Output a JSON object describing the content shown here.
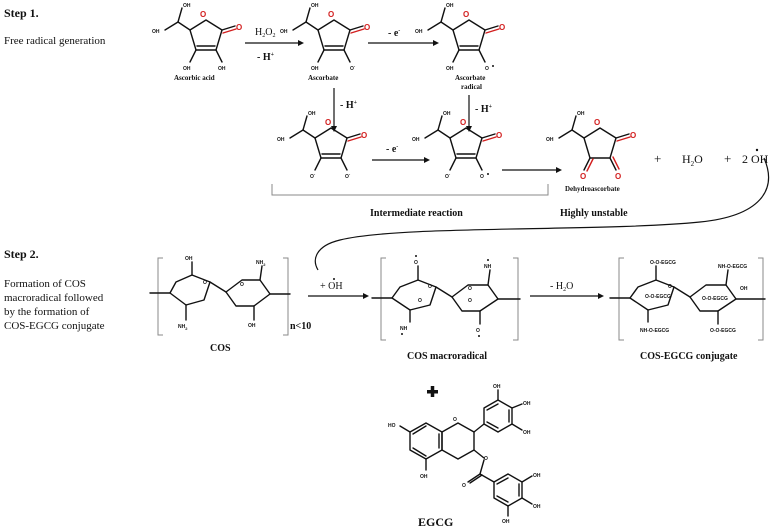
{
  "step1": {
    "title": "Step 1.",
    "subtitle": "Free radical generation",
    "ascorbic_acid": "Ascorbic acid",
    "ascorbate": "Ascorbate",
    "ascorbate_radical_1": "Ascorbate",
    "ascorbate_radical_2": "radical",
    "reagent": "H",
    "reagent_sub": "2",
    "reagent_o": "O",
    "reagent_sub2": "2",
    "minus_h": "- H",
    "plus_sup": "+",
    "minus_e": "- e",
    "minus_sup": "-",
    "dehydroascorbate": "Dehydroascorbate",
    "plus1": "+",
    "water": "H",
    "water_sub": "2",
    "water_o": "O",
    "plus2": "+",
    "hydroxyl": "2 OH",
    "intermediate": "Intermediate reaction",
    "unstable": "Highly unstable"
  },
  "step2": {
    "title": "Step 2.",
    "desc_1": "Formation of COS",
    "desc_2": "macroradical followed",
    "desc_3": "by the formation of",
    "desc_4": "COS-EGCG  conjugate",
    "cos": "COS",
    "n_label": "n<10",
    "oh_radical": "+ OH",
    "minus_h2o": "- H",
    "h2o_sub": "2",
    "h2o_o": "O",
    "macroradical": "COS macroradical",
    "conjugate": "COS-EGCG conjugate",
    "egcg": "EGCG"
  },
  "atoms": {
    "oh": "OH",
    "o": "O",
    "o_minus": "O",
    "nh2": "NH",
    "nh": "NH",
    "o_egcg": "O-O-EGCG",
    "nh_egcg": "NH-O-EGCG",
    "o_egcg_short": "O-O-EGCG",
    "oh_egcg": "OH",
    "egcg_oh": "OH",
    "egcg_ho": "HO"
  }
}
